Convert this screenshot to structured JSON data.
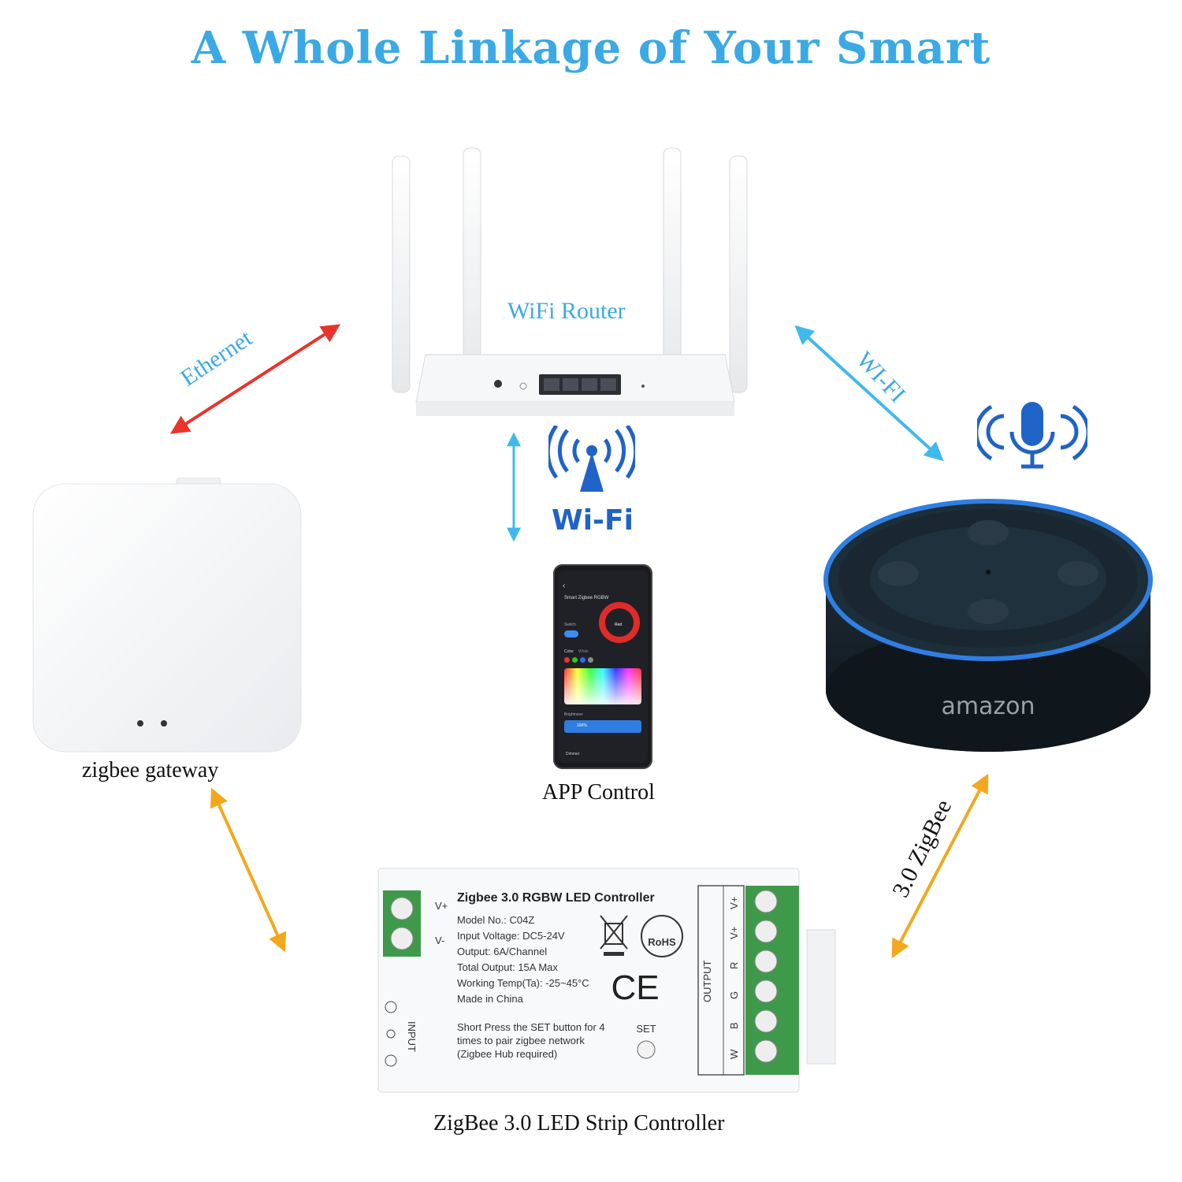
{
  "title": "A Whole Linkage of Your Smart",
  "colors": {
    "title": "#3ba9e4",
    "label": "#3ba9e4",
    "ethernet_arrow": "#e8342c",
    "wifi_arrow": "#3fb9ec",
    "zigbee_arrow": "#f2a81d",
    "wifi_icon": "#1f63c6"
  },
  "devices": {
    "router": {
      "label": "WiFi Router"
    },
    "gateway": {
      "caption": "zigbee gateway"
    },
    "phone": {
      "caption": "APP Control",
      "screen_title": "Smart Zigbee RGBW",
      "switch_label": "Switch",
      "color_label": "Color",
      "white_label": "White",
      "brightness_label": "Brightness",
      "brightness_value": "100%",
      "mode_label": "Red",
      "tab_label": "Dimmer"
    },
    "speaker": {
      "brand": "amazon"
    },
    "controller": {
      "caption": "ZigBee 3.0 LED Strip Controller",
      "product_name": "Zigbee 3.0 RGBW LED Controller",
      "specs": [
        "Model No.: C04Z",
        "Input Voltage: DC5-24V",
        "Output: 6A/Channel",
        "Total Output: 15A Max",
        "Working Temp(Ta): -25~45°C",
        "Made in China"
      ],
      "instructions": [
        "Short Press the SET button for 4",
        "times to pair zigbee network",
        "(Zigbee Hub required)"
      ],
      "set_label": "SET",
      "input_label": "INPUT",
      "output_label": "OUTPUT",
      "input_terminals": [
        "V+",
        "V-"
      ],
      "output_terminals": [
        "V+",
        "V+",
        "R",
        "G",
        "B",
        "W"
      ],
      "rohs": "RoHS",
      "ce": "CE"
    }
  },
  "links": {
    "ethernet": "Ethernet",
    "wifi_speaker": "WI-FI",
    "wifi_app": "Wi-Fi",
    "zigbee": "3.0 ZigBee"
  }
}
